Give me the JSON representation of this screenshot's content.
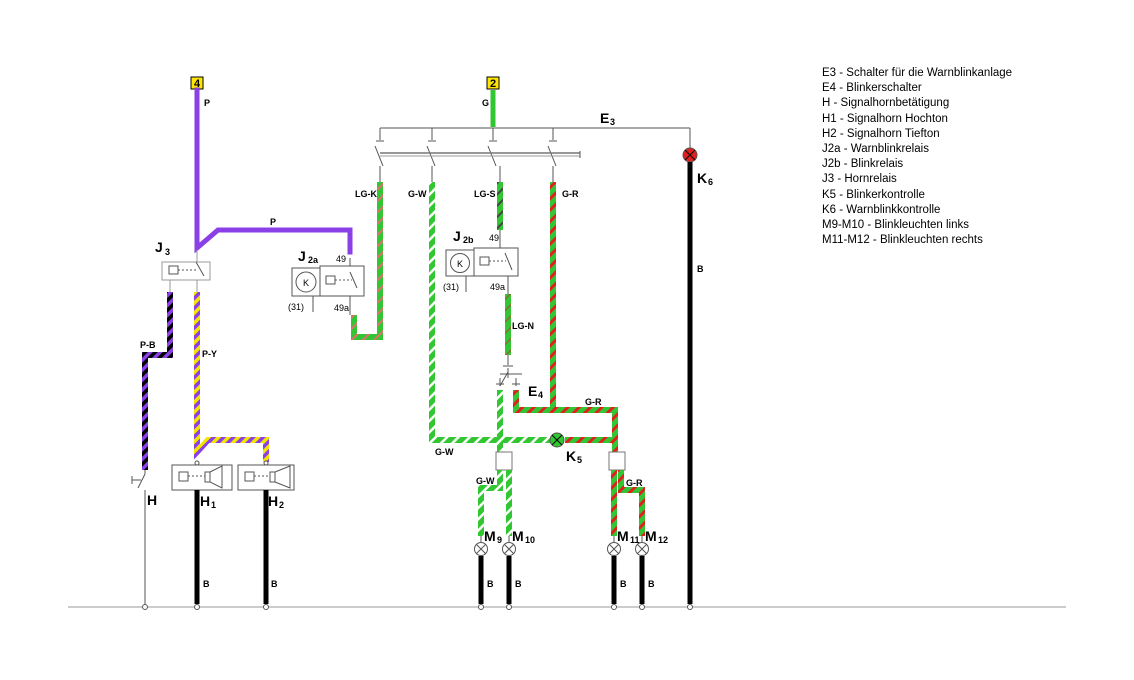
{
  "colors": {
    "purple": "#8b3fe6",
    "green": "#33c633",
    "red": "#e02020",
    "yellow": "#f2e600",
    "black": "#000000",
    "white": "#ffffff",
    "grey": "#9a9a9a",
    "box_yellow": "#ffe600"
  },
  "terminals": {
    "t4": "4",
    "t2": "2"
  },
  "wires": {
    "P": "P",
    "G": "G",
    "LG_K": "LG-K",
    "G_W": "G-W",
    "LG_S": "LG-S",
    "G_R": "G-R",
    "P_B": "P-B",
    "P_Y": "P-Y",
    "LG_N": "LG-N",
    "B": "B"
  },
  "components": {
    "E3": "E",
    "E3_sub": "3",
    "E4": "E",
    "E4_sub": "4",
    "J3": "J",
    "J3_sub": "3",
    "J2a": "J",
    "J2a_sub": "2a",
    "J2b": "J",
    "J2b_sub": "2b",
    "K5": "K",
    "K5_sub": "5",
    "K6": "K",
    "K6_sub": "6",
    "H": "H",
    "H1": "H",
    "H1_sub": "1",
    "H2": "H",
    "H2_sub": "2",
    "M9": "M",
    "M9_sub": "9",
    "M10": "M",
    "M10_sub": "10",
    "M11": "M",
    "M11_sub": "11",
    "M12": "M",
    "M12_sub": "12"
  },
  "pins": {
    "p49": "49",
    "p49a": "49a",
    "p31": "(31)",
    "relay_letter": "K"
  },
  "legend": [
    "E3 - Schalter für die Warnblinkanlage",
    "E4 - Blinkerschalter",
    "H - Signalhornbetätigung",
    "H1 - Signalhorn Hochton",
    "H2 - Signalhorn Tiefton",
    "J2a - Warnblinkrelais",
    "J2b - Blinkrelais",
    "J3 - Hornrelais",
    "K5 - Blinkerkontrolle",
    "K6 - Warnblinkkontrolle",
    "M9-M10 - Blinkleuchten links",
    "M11-M12 - Blinkleuchten rechts"
  ]
}
